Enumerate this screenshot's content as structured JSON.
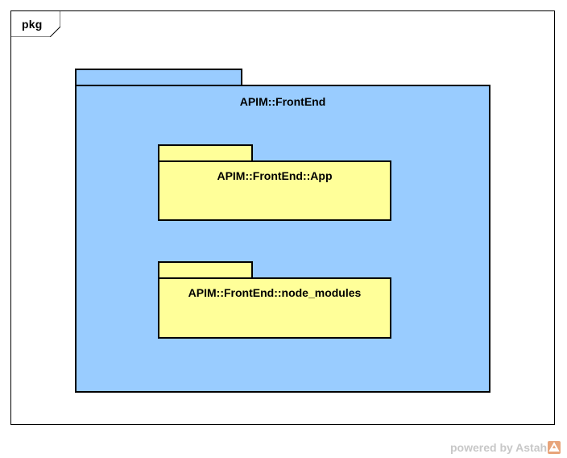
{
  "frame": {
    "label": "pkg"
  },
  "packages": [
    {
      "name": "APIM::FrontEnd",
      "color": "#99ccff"
    },
    {
      "name": "APIM::FrontEnd::App",
      "color": "#ffff99"
    },
    {
      "name": "APIM::FrontEnd::node_modules",
      "color": "#ffff99"
    }
  ],
  "watermark": {
    "text": "powered by Astah"
  }
}
